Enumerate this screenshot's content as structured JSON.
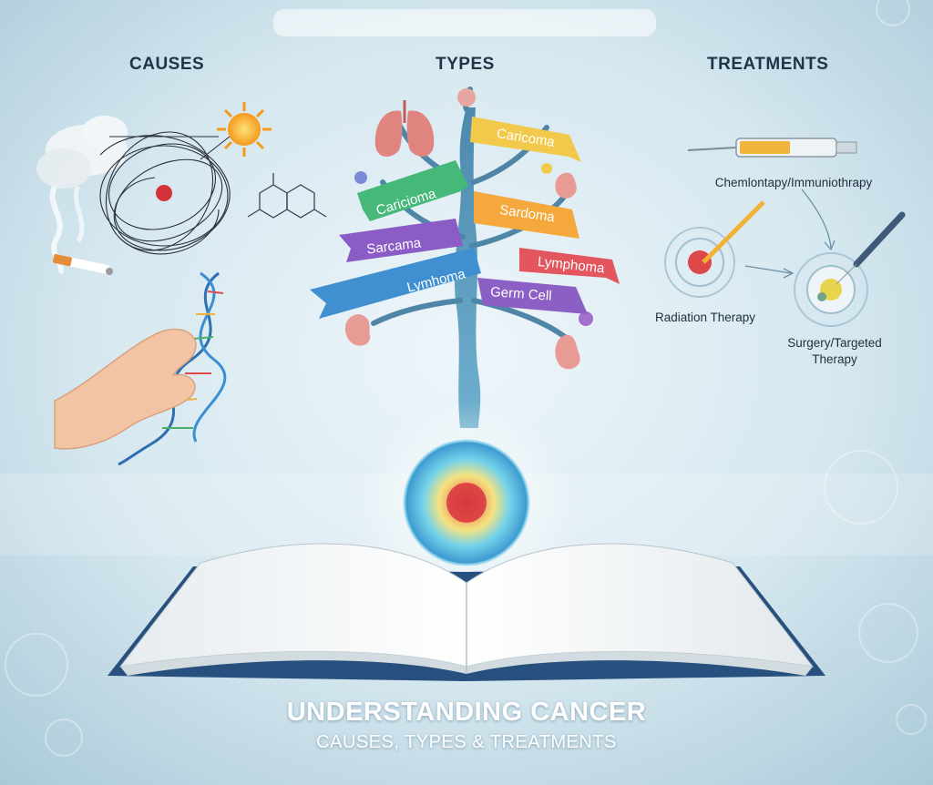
{
  "headings": {
    "causes": "CAUSES",
    "types": "TYPES",
    "treatments": "TREATMENTS"
  },
  "types": {
    "ribbons": [
      {
        "label": "Caricoma",
        "color": "#f2c94a"
      },
      {
        "label": "Caricioma",
        "color": "#45b87a"
      },
      {
        "label": "Sardoma",
        "color": "#f5a83b"
      },
      {
        "label": "Sarcama",
        "color": "#8b5bc6"
      },
      {
        "label": "Lymphoma",
        "color": "#e3565e"
      },
      {
        "label": "Lymhoma",
        "color": "#3f8fd1"
      },
      {
        "label": "Germ Cell",
        "color": "#8c5fc4"
      }
    ]
  },
  "treatments": {
    "chemo": "Chemlontapy/Immuniothrapy",
    "radiation": "Radiation Therapy",
    "surgery_line1": "Surgery/Targeted",
    "surgery_line2": "Therapy"
  },
  "title": {
    "main": "UNDERSTANDING CANCER",
    "subtitle": "CAUSES, TYPES & TREATMENTS"
  },
  "icons": [
    "smoke-icon",
    "cigarette-icon",
    "sun-icon",
    "chemical-structure-icon",
    "dna-icon",
    "hand-icon",
    "lung-icon",
    "kidney-icon",
    "syringe-icon",
    "radiation-target-icon",
    "scalpel-icon",
    "cancer-cell-icon",
    "book-icon"
  ],
  "colors": {
    "background": "#cfe3ec",
    "tree_trunk": "#4f86a8",
    "heading_text": "#1f3447"
  }
}
